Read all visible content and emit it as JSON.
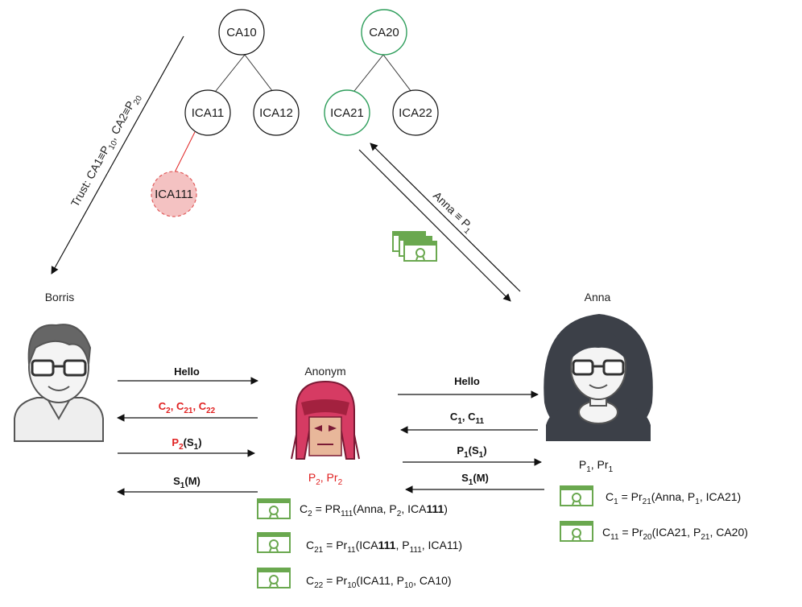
{
  "tree_a": {
    "root": "CA10",
    "child_left": "ICA11",
    "child_right": "ICA12",
    "leaf": "ICA111"
  },
  "tree_b": {
    "root": "CA20",
    "child_left": "ICA21",
    "child_right": "ICA22"
  },
  "trust_label": {
    "prefix": "Trust: CA1≡P",
    "sub1": "10",
    "mid": ", CA2≡P",
    "sub2": "20"
  },
  "anna_label": {
    "prefix": "Anna ≡ P",
    "sub": "1"
  },
  "actors": {
    "borris": "Borris",
    "anonym": "Anonym",
    "anna": "Anna"
  },
  "left_messages": {
    "hello": "Hello",
    "certs": {
      "a": "C",
      "a_sub": "2",
      "b": ", C",
      "b_sub": "21",
      "c": ", C",
      "c_sub": "22"
    },
    "sign": {
      "a": "P",
      "a_sub": "2",
      "b": "(S",
      "b_sub": "1",
      "c": ")"
    },
    "reply": {
      "a": "S",
      "a_sub": "1",
      "b": "(M)"
    }
  },
  "right_messages": {
    "hello": "Hello",
    "certs": {
      "a": "C",
      "a_sub": "1",
      "b": ", C",
      "b_sub": "11"
    },
    "sign": {
      "a": "P",
      "a_sub": "1",
      "b": "(S",
      "b_sub": "1",
      "c": ")"
    },
    "reply": {
      "a": "S",
      "a_sub": "1",
      "b": "(M)"
    }
  },
  "anonym_keys": {
    "a": "P",
    "a_sub": "2",
    "b": ", Pr",
    "b_sub": "2"
  },
  "anna_keys": {
    "a": "P",
    "a_sub": "1",
    "b": ", Pr",
    "b_sub": "1"
  },
  "anonym_certs": [
    {
      "c": "C",
      "c_sub": "2",
      "eq": " = PR",
      "f_sub": "111",
      "args_a": "(Anna, P",
      "args_a_sub": "2",
      "args_b": ", ICA",
      "args_c": "111",
      "args_d": ")"
    },
    {
      "c": "C",
      "c_sub": "21",
      "eq": " = Pr",
      "f_sub": "11",
      "args_a": "(ICA",
      "args_c1": "111",
      "args_a2": ", P",
      "args_a_sub": "111",
      "args_b": ", ICA11)"
    },
    {
      "c": "C",
      "c_sub": "22",
      "eq": " = Pr",
      "f_sub": "10",
      "args_a": "(ICA11, P",
      "args_a_sub": "10",
      "args_b": ", CA10)"
    }
  ],
  "anna_certs": [
    {
      "c": "C",
      "c_sub": "1",
      "eq": " = Pr",
      "f_sub": "21",
      "args_a": "(Anna, P",
      "args_a_sub": "1",
      "args_b": ", ICA21)"
    },
    {
      "c": "C",
      "c_sub": "11",
      "eq": " = Pr",
      "f_sub": "20",
      "args_a": "(ICA21, P",
      "args_a_sub": "21",
      "args_b": ", CA20)"
    }
  ],
  "colors": {
    "green": "#2e9e5b",
    "cert_green": "#6aa84f",
    "red": "#e02020",
    "pink_fill": "#f4c2c2",
    "mask": "#d63b63"
  },
  "icons": [
    "user-avatar-icon",
    "masked-avatar-icon",
    "certificate-icon"
  ]
}
